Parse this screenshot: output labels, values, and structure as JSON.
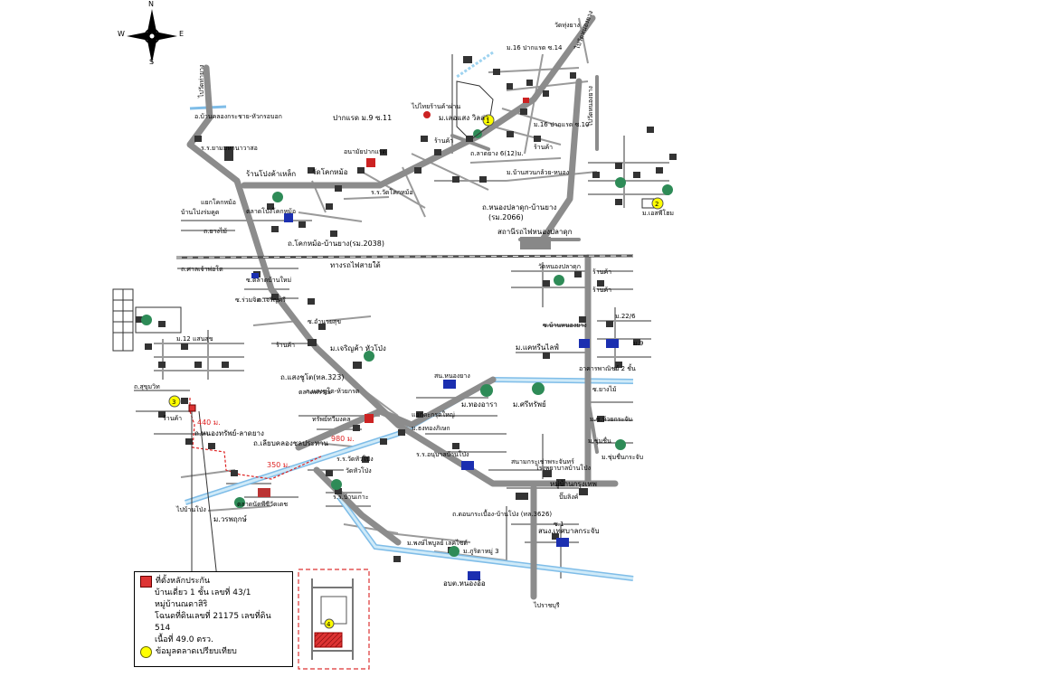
{
  "compass": {
    "n": "N",
    "s": "S",
    "e": "E",
    "w": "W"
  },
  "labels": {
    "l01": "วัดทุ่งยาง",
    "l02": "ม.16 ปากแรด ซ.14",
    "l03": "ไปวัดหนองยาง",
    "l04": "ไปวัดท่ายาง",
    "l05": "อ.บ้านคลองกระชาย-หัวกรอบอก",
    "l06": "ไปไทยร้านค้าผ่าน",
    "l07": "ม.เลอแสง วิลล่า",
    "l08": "ปากแรด ม.9 ซ.11",
    "l09": "ร้านค้า",
    "l10": "ร.ร.ยามมหานาวาสอ",
    "l11": "อนามัยปากแรด",
    "l12": "ม.16 ปากแรด ซ.10",
    "l13": "ถ.ลาดยาง 6(12)ม.",
    "l14": "ไปวัดหนองยาง",
    "l15": "ม.บ้านสวนกล้วย-หนอง",
    "l16": "ม.เอสพีโฮม",
    "l17": "ร้านโปงค้าเหล็ก",
    "l18": "วัดโคกหม้อ",
    "l19": "ร.ร.วัดโคกหม้อ",
    "l20": "แยกโคกหม้อ",
    "l21": "บ้านโปงร่มคูด",
    "l22": "ตลาดโป่งโคกหม้อ",
    "l23": "ถ.โคกหม้อ-บ้านยาง(รม.2038)",
    "l24": "ถ.หนองปลาดุก-บ้านยาง",
    "l25": "(รม.2066)",
    "l26": "สถานีรถไฟหนองปลาดุก",
    "l27": "ทางรถไฟสายใต้",
    "l28": "ถ.ศาลเจ้าพ่อโต",
    "l29": "วัดหนองปลาดุก",
    "l30": "ร้านค้า",
    "l31": "ม.แคทรีนไลฟ์",
    "l32": "ม.22/6",
    "l33": "ม.เจริญค้า หัวโป่ง",
    "l34": "ถ.แสงชูโต(ทล.323)",
    "l35": "สน.หนองยาง",
    "l36": "ม.ทองอารา",
    "l37": "ม.ศรีทรัพย์",
    "l38": "ถ.แสงชูโต-ห้วยกรด",
    "l39": "ทรัพย์ทวีมงคล",
    "l40": "ถ.เลียบคลองชลประทาน",
    "l41": "ถ.หนองทรัพย์-ลาดยาง",
    "l42": "ร.ร.วัดหัวโป่ง",
    "l43": "วัดหัวโป่ง",
    "l44": "ตลาดนัดพีซีวัดเดช",
    "l45": "ม.วรพฤกษ์",
    "l46": "ถ.ดอนกระเบื้อง-บ้านโป่ง (ทล.3626)",
    "l47": "ม.พงษ์ไพบูลย์ เลคไซด์",
    "l48": "ม.ภูริตาหมู่ 3",
    "l49": "อบต.หนองอ้อ",
    "l50": "สนง.เทศบาลกระจับ",
    "l51": "ไปราชบุรี",
    "l52": "ไปบ้านโป่ง",
    "l53": "ม.12 แสนสุข",
    "l54": "ถ.สุขุมวิท",
    "l55": "ร้านค้า",
    "l56": "ม.ซ.ห้วยกระจับ",
    "l57": "ซ.บ้านหนองยาง",
    "l58": "อาคารพาณิชย์ 2 ชั้น",
    "l59": "ม.ชุ่มชื่น",
    "l60": "ร้านค้า",
    "l61": "ซ.ยางไม้",
    "l62": "แยกตะกรุดใหญ่",
    "l63": "โรงพยาบาลบ้านโป่ง",
    "l64": "ปั๊มลิงค์",
    "l65": "ซ.ตลาดบ้านใหม่",
    "l66": "ตลาดพรรณ",
    "l67": "ม.ธงทองภิเษก",
    "l68": "หมู่บ้านกรุงเทพ",
    "l69": "ร.ร.อนุบาลบ้านโป่ง",
    "l70": "ซ.อำนวยสุข",
    "l71": "สนามกระเช่าพระจันทร์",
    "l72": "ม.ชุ่มชื่นกระจับ",
    "l73": "ซ.ร่วมจิต",
    "l74": "ถ.ยางไม้",
    "l75": "ร.ร.บ้านเกาะ",
    "l76": "ซ.1",
    "l77": "ร้านค้า",
    "l78": "ม.9",
    "l79": "ร้านค้า",
    "l80": "ถ.เจริญศรี"
  },
  "distances": {
    "d1": "440 ม.",
    "d2": "980 ม.",
    "d3": "350 ม."
  },
  "legend": {
    "title": "ที่ตั้งหลักประกัน",
    "line1": "บ้านเดี่ยว 1 ชั้น เลขที่ 43/1",
    "line2": "หมู่บ้านณดาสิริ",
    "line3": "โฉนดที่ดินเลขที่ 21175 เลขที่ดิน 514",
    "line4": "เนื้อที่ 49.0 ตรว.",
    "market": "ข้อมูลตลาดเปรียบเทียบ"
  },
  "markers": {
    "m1": "1",
    "m2": "2",
    "m3": "3",
    "m4": "4"
  },
  "colors": {
    "road": "#8c8c8c",
    "canal": "#9ed3f0",
    "subject": "#d33",
    "comp": "#ffff00",
    "tree": "#2e8b57",
    "rail": "#555555"
  }
}
